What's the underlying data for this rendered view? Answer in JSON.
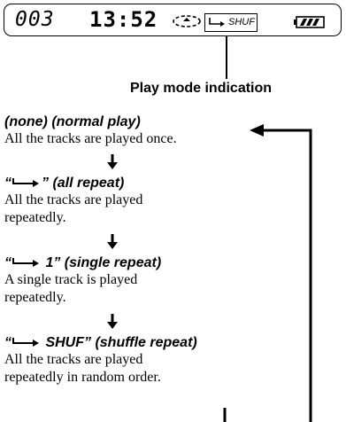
{
  "display": {
    "track_number": "003",
    "time": "13:52",
    "mode_text": "SHUF",
    "disc_icon": "disc-spin-icon",
    "battery_icon": "battery-icon"
  },
  "callout": {
    "label": "Play mode indication"
  },
  "steps": [
    {
      "title": "(none) (normal play)",
      "desc": [
        "All the tracks are played once."
      ]
    },
    {
      "symbol_suffix": "",
      "title": " (all repeat)",
      "desc": [
        "All the tracks are played",
        "repeatedly."
      ]
    },
    {
      "symbol_suffix": " 1",
      "title": " (single repeat)",
      "desc": [
        "A single track is played",
        "repeatedly."
      ]
    },
    {
      "symbol_suffix": " SHUF",
      "title": " (shuffle repeat)",
      "desc": [
        "All the tracks are played",
        "repeatedly in random order."
      ]
    }
  ],
  "icons": {
    "repeat": "repeat-arrow-icon",
    "down": "down-arrow-icon",
    "loop": "loop-back-arrow-icon"
  }
}
